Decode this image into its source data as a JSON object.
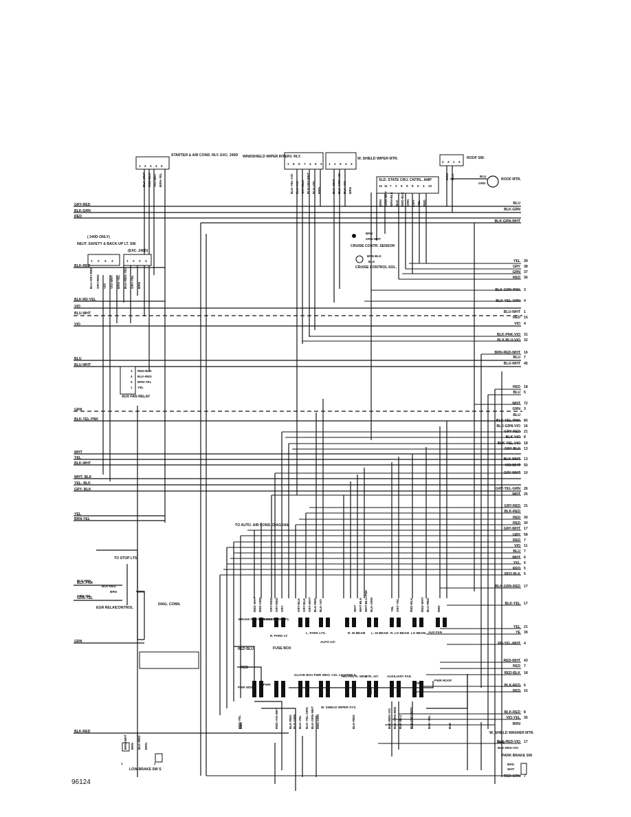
{
  "figure_number": "96124",
  "components": {
    "starter_relay": "STARTER & AIR COND. RLY. EXC. 240D",
    "starter_relay_pins": [
      "1",
      "2",
      "3",
      "4",
      "5"
    ],
    "starter_relay_wires": [
      "BLK-WHT",
      "RED-BLK",
      "VIO-WHT",
      "BRN-YEL"
    ],
    "wiper_interval_relay": "WINDSHIELD WIPER INTERV. RLY.",
    "wiper_interval_pins": [
      "1",
      "8",
      "6",
      "7",
      "4",
      "5",
      "2"
    ],
    "wiper_interval_wires": [
      "BLK-YEL-VIO",
      "BLK-VIO",
      "GRY-BLK",
      "BLK-VIO-WHT",
      "BLK-YEL",
      "BRN"
    ],
    "wiper_motor": "W. SHIELD WIPER MTR.",
    "wiper_motor_pins": [
      "1",
      "2",
      "5",
      "4",
      "3"
    ],
    "wiper_motor_wires": [
      "BLK-WHT",
      "BLK-GRN-VIO",
      "BLK-VIO",
      "BRN"
    ],
    "roof_switch": "ROOF SW.",
    "roof_switch_pins": [
      "2",
      "3",
      "1",
      "4"
    ],
    "roof_switch_wires": [
      "BRN",
      "BLU"
    ],
    "roof_motor": "ROOF MTR.",
    "roof_motor_wires": [
      "BLU",
      "GRN"
    ],
    "cruise_amp": "SLD. STATE CRU. CNTRL. AMP",
    "cruise_amp_pins": [
      "12",
      "11",
      "7",
      "3",
      "6",
      "9",
      "8",
      "5",
      "4",
      "10"
    ],
    "cruise_amp_wires": [
      "BRN",
      "GRN-WHT",
      "BRN-BLK",
      "BLK",
      "RED-BLK",
      "GRN",
      "GRY",
      "YEL",
      "RED"
    ],
    "cruise_sensor": "CRUISE CONTR. SENSOR",
    "cruise_sensor_wires": [
      "BRN",
      "GRN-WHT"
    ],
    "cruise_sol": "CRUISE CONTROL SOL.",
    "cruise_sol_wires": [
      "BRN-BLK",
      "BLK"
    ],
    "neutral_switch_note": "( 240D ONLY)",
    "neutral_switch": "NEUT. SAFETY & BACK-UP LT. SW.",
    "neutral_switch_exc": "(EXC. 240D)",
    "neutral_pins_left": [
      "1",
      "2",
      "4",
      "3"
    ],
    "neutral_pins_right": [
      "1",
      "2",
      "3",
      "4"
    ],
    "neutral_wires": [
      "BLU-GRY-RED",
      "GRY-RED",
      "VIO",
      "VIO-WHT",
      "BRN-YEL",
      "BLK-RED-YEL",
      "GRY-YEL",
      "BRN"
    ],
    "aux_fan_relay": "AUX FAN RELAY",
    "aux_fan_pins": [
      "3",
      "4",
      "5",
      "1"
    ],
    "aux_fan_wires": [
      "RED-BLK",
      "BLK-RED",
      "BRN-YEL",
      "YEL"
    ],
    "stop_lts": "TO STOP LTS.",
    "egr_relay": "EGR RELAY",
    "control": "CONTROL",
    "diag_conn": "DIAG. CONN.",
    "egr_wires": [
      "BLK-PNK",
      "BLK-RED",
      "BRN",
      "GRN-YEL",
      "GRN"
    ],
    "fuse_box": "FUSE BOX",
    "auto_ac_diagram": "TO AUTO. AIR COND. DIAGRAM",
    "low_brake": "LOW BRAKE SW S",
    "low_brake_pins": [
      "1",
      "2"
    ],
    "low_brake_wires": [
      "BRN-WHT",
      "BRN",
      "BLK-RED",
      "BRN"
    ],
    "park_brake": "PARK BRAKE SW",
    "park_brake_wires": [
      "BRN",
      "WHT"
    ],
    "washer_motor": "W. SHIELD WASHER MTR.",
    "washer_wires": [
      "BRN",
      "BLK-RED-VIO"
    ]
  },
  "fuses_top": {
    "labels": [
      "BRAKE PAD PWR WDO",
      "RIGHT PARK LTS.",
      "R. PARK LT.",
      "L. PARK LTS.",
      "AUTO A/C",
      "R. HI BEAM",
      "L. HI BEAM",
      "R. LO BEAM",
      "LO BEAM",
      "AUX FAN"
    ],
    "wires": [
      "RED-WHT",
      "RED-GRN",
      "GRY-RED",
      "GRY-RED",
      "GRY",
      "GRY-BLK",
      "GRY-BLK",
      "GRY-WHT",
      "BLK-RED",
      "BLK-VIO",
      "WHT",
      "WHT-BLK",
      "WHT-BLU-PNK",
      "BLK-GRN",
      "YEL",
      "GRY-YEL",
      "RED-BLK",
      "RED-WHT",
      "BLU-RED",
      "RED"
    ]
  },
  "fuses_bottom": {
    "labels": [
      "PWR WDO",
      "PWR",
      "GLOVE BOX PWR WDO. CIG. LIGHTER &",
      "W. SHIELD WIPER SYS.",
      "HEATED R. WDO",
      "HTR. A/C",
      "AUXILIARY FAN",
      "HORN",
      "PWR ROOF"
    ],
    "wires": [
      "RED-YEL",
      "RED",
      "RED",
      "RED",
      "RED-VIO-WHT",
      "BLK-RED",
      "BLK-GRN",
      "BLK-YEL",
      "BLK-YEL-GRN",
      "BLK-GRN-WHT",
      "RED-GRN",
      "BLK-RED",
      "BLK-RED-VIO",
      "BLK-GRN-RED",
      "BLK-BLU",
      "BLK-GRY-RED",
      "BLK-YEL",
      "BLK"
    ]
  },
  "left_wires": [
    "GRY-RED",
    "BLK-GRN",
    "RED",
    "BLK-RED",
    "BLK-RD-YEL",
    "VIO",
    "BLU-WHT",
    "VIO",
    "BLU",
    "BLU-WHT",
    "GRN",
    "BLK-YEL-PNK",
    "WHT",
    "YEL",
    "BLK-WHT",
    "WHT- BLK",
    "YEL- BLK",
    "GRY- BLK",
    "YEL",
    "BRN-YEL",
    "BLK-PNK",
    "GRN-YEL",
    "GRN",
    "BLK-RED",
    "RED BLU",
    "RED"
  ],
  "right_wires": [
    {
      "color": "BLU",
      "num": ""
    },
    {
      "color": "BLK-GRN",
      "num": ""
    },
    {
      "color": "BLK-GRN-WHT",
      "num": ""
    },
    {
      "color": "YEL",
      "num": "39"
    },
    {
      "color": "GRY",
      "num": "38"
    },
    {
      "color": "GRN",
      "num": "37"
    },
    {
      "color": "RED",
      "num": "36"
    },
    {
      "color": "BLK-GRN-PNK",
      "num": "3"
    },
    {
      "color": "BLK-YEL-GRN",
      "num": "4"
    },
    {
      "color": "BLU-WHT",
      "num": "1"
    },
    {
      "color": "RED",
      "num": "15"
    },
    {
      "color": "VIO",
      "num": "4"
    },
    {
      "color": "BLK-PNK-VIO",
      "num": "31"
    },
    {
      "color": "BLK-BLU-VIO",
      "num": "32"
    },
    {
      "color": "BRN-RED-WHT",
      "num": "16"
    },
    {
      "color": "BLU",
      "num": "7"
    },
    {
      "color": "BLU-WHT",
      "num": "45"
    },
    {
      "color": "RED",
      "num": "18"
    },
    {
      "color": "BLU",
      "num": "5"
    },
    {
      "color": "WHT",
      "num": "72"
    },
    {
      "color": "GRN",
      "num": "3"
    },
    {
      "color": "BLU",
      "num": ""
    },
    {
      "color": "BLK-YEL-PNK",
      "num": "80"
    },
    {
      "color": "BLK-GRN-VIO",
      "num": "16"
    },
    {
      "color": "GRY-RED",
      "num": "21"
    },
    {
      "color": "BLK-VIO",
      "num": "8"
    },
    {
      "color": "BLK-YEL-VIO",
      "num": "18"
    },
    {
      "color": "GRY-BLK",
      "num": "13"
    },
    {
      "color": "BLK-WHT",
      "num": "13"
    },
    {
      "color": "VIO-WHT",
      "num": "50"
    },
    {
      "color": "GRY-WHT",
      "num": "10"
    },
    {
      "color": "GRY-YEL-GRN",
      "num": "26"
    },
    {
      "color": "WHT",
      "num": "25"
    },
    {
      "color": "GRY-RED",
      "num": "31"
    },
    {
      "color": "BLK-RED",
      "num": ""
    },
    {
      "color": "RED",
      "num": "30"
    },
    {
      "color": "RED",
      "num": "30"
    },
    {
      "color": "GRY-WHT",
      "num": "17"
    },
    {
      "color": "GRY",
      "num": "58"
    },
    {
      "color": "RED",
      "num": "7"
    },
    {
      "color": "VIO",
      "num": "11"
    },
    {
      "color": "BLU",
      "num": "7"
    },
    {
      "color": "WHT",
      "num": "6"
    },
    {
      "color": "YEL",
      "num": "6"
    },
    {
      "color": "RED",
      "num": "5"
    },
    {
      "color": "RED BLK",
      "num": "5"
    },
    {
      "color": "BLK-GRN-RED",
      "num": "17"
    },
    {
      "color": "BLK-YEL",
      "num": "17"
    },
    {
      "color": "YEL",
      "num": "21"
    },
    {
      "color": "YE",
      "num": "39"
    },
    {
      "color": "RD-YEL-WHT",
      "num": "4"
    },
    {
      "color": "RED-WHT",
      "num": "43"
    },
    {
      "color": "RED",
      "num": "7"
    },
    {
      "color": "RED-BLK",
      "num": "18"
    },
    {
      "color": "BLK-RED",
      "num": "6"
    },
    {
      "color": "RED",
      "num": "15"
    },
    {
      "color": "BLK-RED",
      "num": "8"
    },
    {
      "color": "VIO-YEL",
      "num": "35"
    },
    {
      "color": "BRN",
      "num": ""
    },
    {
      "color": "BLK-RED-VIO",
      "num": "17"
    },
    {
      "color": "RED-GRN",
      "num": "7"
    }
  ]
}
